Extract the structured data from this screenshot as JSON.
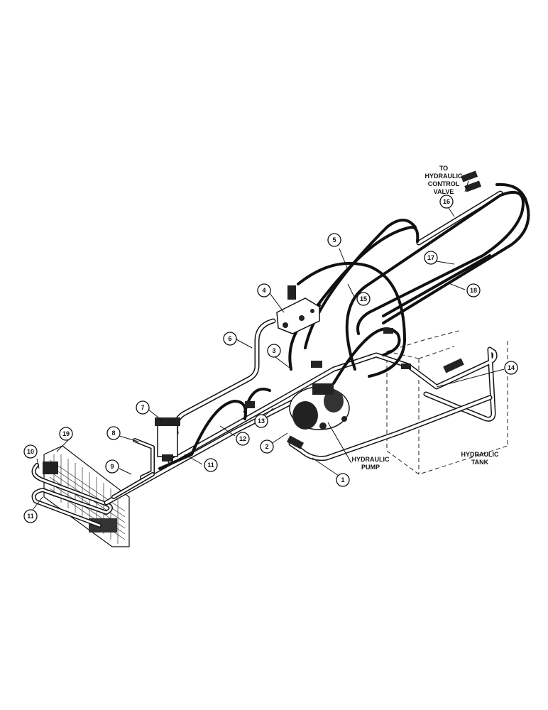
{
  "annotations": {
    "to_valve_line1": "TO",
    "to_valve_line2": "HYDRAULIC",
    "to_valve_line3": "CONTROL",
    "to_valve_line4": "VALVE",
    "pump_line1": "HYDRAULIC",
    "pump_line2": "PUMP",
    "tank_line1": "HYDRAULIC",
    "tank_line2": "TANK"
  },
  "callouts": [
    "1",
    "2",
    "3",
    "4",
    "5",
    "6",
    "7",
    "8",
    "9",
    "10",
    "11",
    "11",
    "12",
    "13",
    "14",
    "15",
    "16",
    "17",
    "18",
    "19"
  ]
}
